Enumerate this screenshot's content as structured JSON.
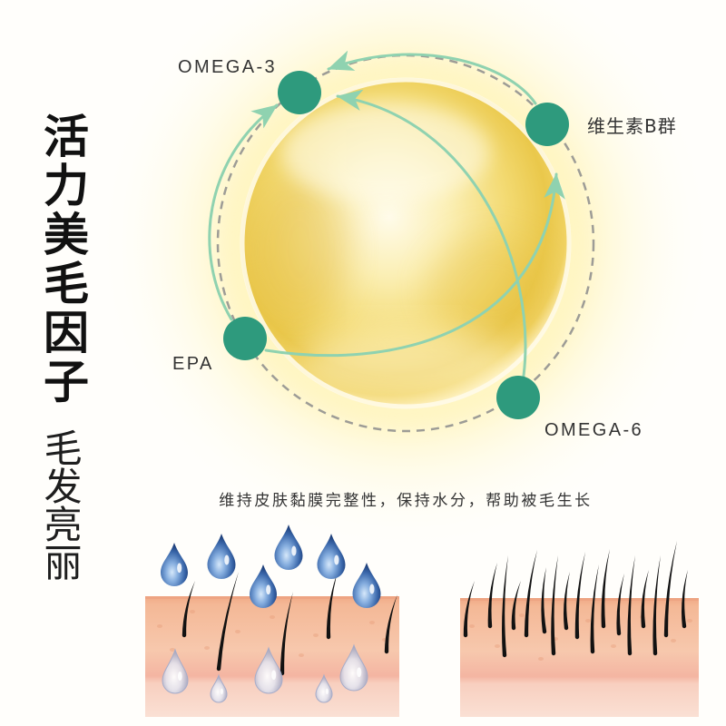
{
  "headline": {
    "title": "活力美毛因子",
    "subtitle": "毛发亮丽"
  },
  "diagram": {
    "nodes": {
      "omega3": "OMEGA-3",
      "vitamin_b": "维生素B群",
      "epa": "EPA",
      "omega6": "OMEGA-6"
    }
  },
  "caption": "维持皮肤黏膜完整性，保持水分，帮助被毛生长",
  "icons": {
    "droplet": "water-droplet-icon",
    "hair": "hair-strand"
  },
  "colors": {
    "node": "#2e9a7d",
    "arrow": "#8fd2b0",
    "dashed_ring": "#8c8c8c",
    "title_text": "#111111",
    "subtitle_text": "#1e1e1e",
    "label_text": "#333333",
    "hair": "#121212",
    "skin": "#f4b896",
    "droplet": "#3a67aa"
  }
}
